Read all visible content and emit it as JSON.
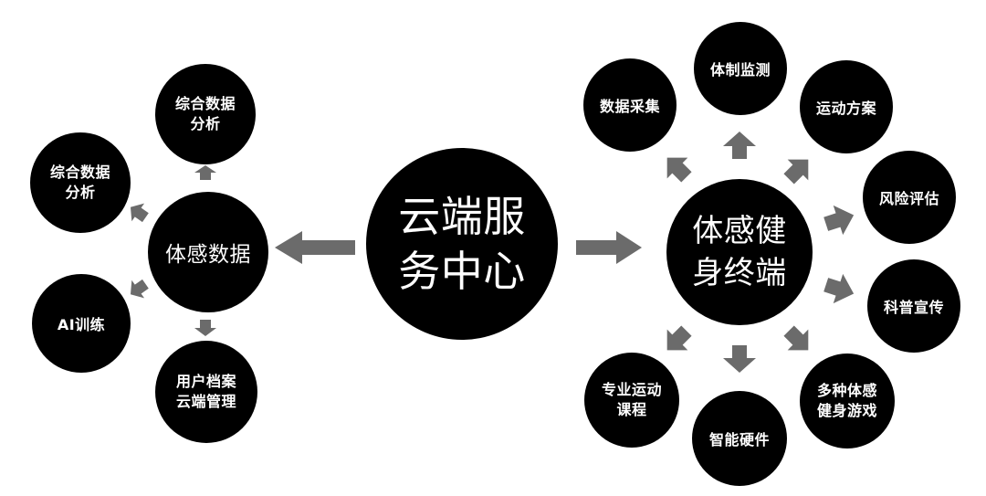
{
  "colors": {
    "node": "#000000",
    "text": "#ffffff",
    "arrow": "#6b6b6b",
    "background": "#ffffff"
  },
  "nodes": {
    "center": "云端服\n务中心",
    "data_hub": "体感数据",
    "terminal_hub": "体感健\n身终端",
    "left_top": "综合数据\n分析",
    "left_upper": "综合数据\n分析",
    "left_ai": "AI训练",
    "left_bottom": "用户档案\n云端管理",
    "right_collect": "数据采集",
    "right_monitor": "体制监测",
    "right_plan": "运动方案",
    "right_risk": "风险评估",
    "right_science": "科普宣传",
    "right_games": "多种体感\n健身游戏",
    "right_hardware": "智能硬件",
    "right_courses": "专业运动\n课程"
  }
}
